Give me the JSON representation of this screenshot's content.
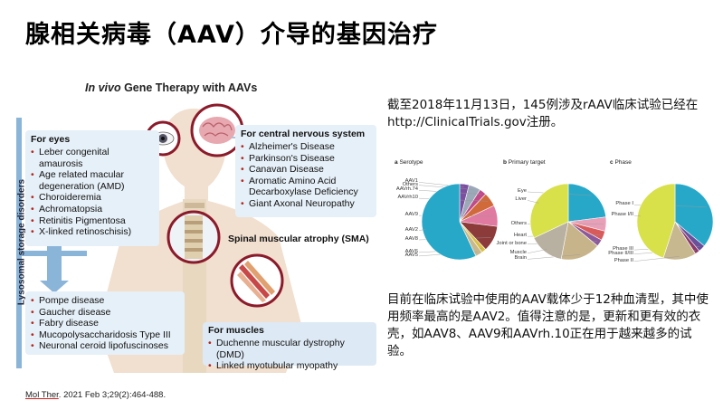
{
  "slide": {
    "title": "腺相关病毒（AAV）介导的基因治疗"
  },
  "figure": {
    "title_italic": "In vivo",
    "title_rest": " Gene Therapy with AAVs",
    "side_label": "Lysosomal storage disorders",
    "eyes": {
      "heading": "For eyes",
      "items": [
        "Leber congenital amaurosis",
        "Age related macular degeneration (AMD)",
        "Choroideremia",
        "Achromatopsia",
        "Retinitis Pigmentosa",
        "X-linked retinoschisis)"
      ]
    },
    "cns": {
      "heading": "For central nervous system",
      "items": [
        "Alzheimer's Disease",
        "Parkinson's Disease",
        "Canavan Disease",
        "Aromatic Amino Acid Decarboxylase Deficiency",
        "Giant Axonal Neuropathy"
      ]
    },
    "sma": "Spinal muscular atrophy (SMA)",
    "lsd": {
      "items": [
        "Pompe disease",
        "Gaucher disease",
        "Fabry disease",
        "Mucopolysaccharidosis Type III",
        "Neuronal ceroid lipofuscinoses"
      ]
    },
    "muscles": {
      "heading": "For muscles",
      "items": [
        "Duchenne muscular dystrophy (DMD)",
        "Linked myotubular myopathy (XMTM)"
      ]
    },
    "colors": {
      "panel": "#e6f0f8",
      "bullet": "#b3261e",
      "ring": "#8b1a2a"
    }
  },
  "citation": {
    "journal": "Mol Ther",
    "rest": ". 2021 Feb 3;29(2):464-488."
  },
  "text_1": "截至2018年11月13日，145例涉及rAAV临床试验已经在http://ClinicalTrials.gov注册。",
  "text_2": "目前在临床试验中使用的AAV载体少于12种血清型，其中使用频率最高的是AAV2。值得注意的是，更新和更有效的衣壳，如AAV8、AAV9和AAVrh.10正在用于越来越多的试验。",
  "chart_data": [
    {
      "type": "pie",
      "title": "a Serotype",
      "labels": [
        "AAV1",
        "Others",
        "AAVrh.74",
        "AAVrh10",
        "AAV9",
        "AAV8",
        "AAV6",
        "AAV5",
        "AAV2"
      ],
      "values": [
        4,
        5,
        3,
        6,
        9,
        11,
        2,
        3,
        57
      ],
      "colors": [
        "#7a4fa0",
        "#9aa8b8",
        "#c04a8a",
        "#d06a3a",
        "#e07aa0",
        "#8c3a3a",
        "#d8c040",
        "#c8b890",
        "#28a8c8"
      ]
    },
    {
      "type": "pie",
      "title": "b Primary target",
      "labels": [
        "Eye",
        "Others",
        "Heart",
        "Joint or bone",
        "Brain",
        "Muscle",
        "Liver"
      ],
      "values": [
        23,
        6,
        4,
        3,
        17,
        15,
        32
      ],
      "colors": [
        "#28a8c8",
        "#e8a0b8",
        "#d85a5a",
        "#8c5a9a",
        "#c8b48a",
        "#b8b0a0",
        "#d8e04a"
      ]
    },
    {
      "type": "pie",
      "title": "c Phase",
      "labels": [
        "Phase I",
        "Phase III",
        "Phase II/III",
        "Phase II",
        "Phase I/II"
      ],
      "values": [
        36,
        3,
        2,
        14,
        45
      ],
      "colors": [
        "#28a8c8",
        "#6a4f9a",
        "#8a3a6a",
        "#c8b890",
        "#d8e04a"
      ]
    }
  ]
}
